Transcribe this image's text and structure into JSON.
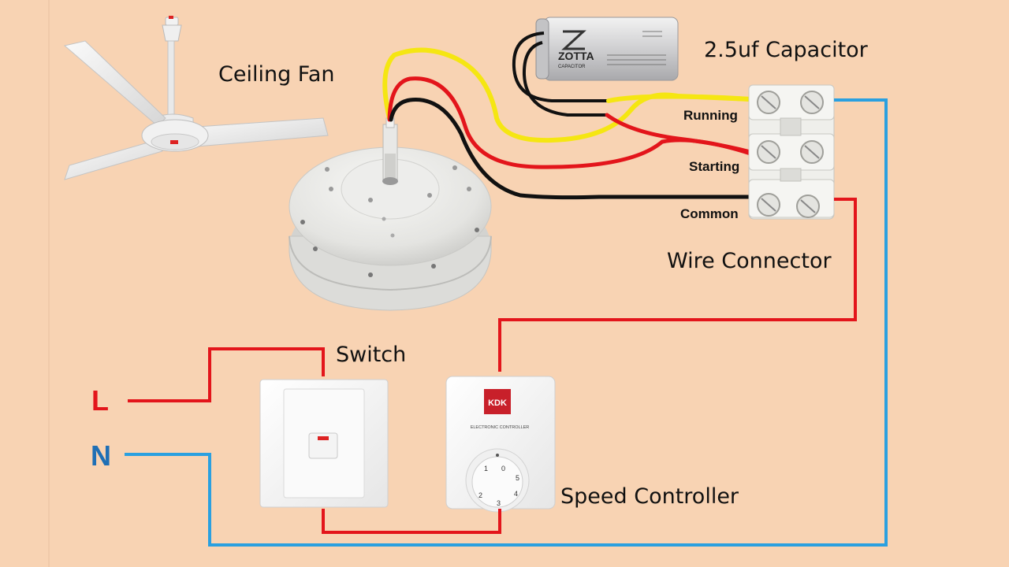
{
  "labels": {
    "ceiling_fan": "Ceiling Fan",
    "capacitor": "2.5uf Capacitor",
    "running": "Running",
    "starting": "Starting",
    "common": "Common",
    "wire_connector": "Wire Connector",
    "switch": "Switch",
    "speed_controller": "Speed Controller",
    "line": "L",
    "neutral": "N"
  },
  "capacitor_brand": "ZOTTA",
  "capacitor_sub": "CAPACITOR",
  "controller_brand": "KDK",
  "controller_caption": "ELECTRONIC CONTROLLER",
  "dial_marks": [
    "1",
    "0",
    "5",
    "4",
    "3",
    "2"
  ],
  "colors": {
    "background": "#f8d3b3",
    "live_wire": "#e3151b",
    "neutral_wire": "#2aa0e0",
    "yellow_wire": "#f5e612",
    "black_wire": "#111111",
    "line_label": "#e3151b",
    "neutral_label": "#1f6fb5"
  }
}
